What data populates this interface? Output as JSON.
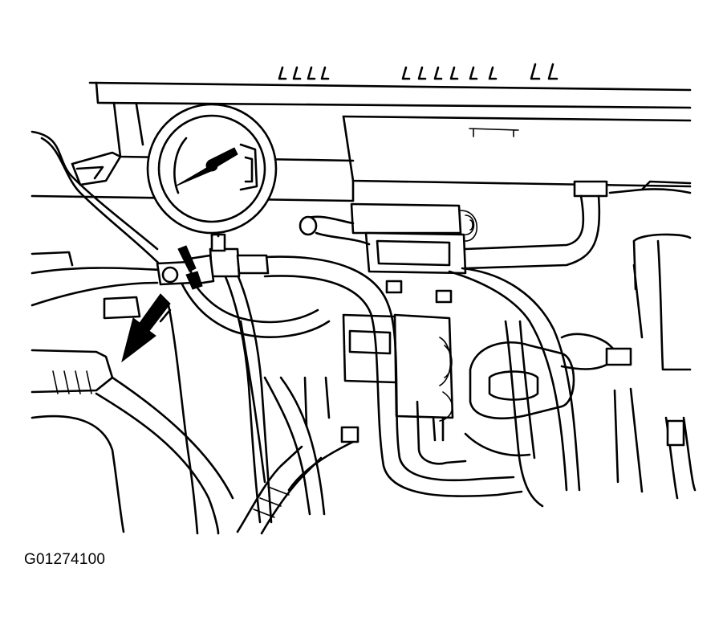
{
  "figure": {
    "caption": "G01274100",
    "colors": {
      "line": "#000000",
      "background": "#ffffff"
    },
    "parts": [
      "fuel-pressure-gauge",
      "gauge-needle",
      "gauge-hose",
      "tee-fitting",
      "test-port-valve",
      "pointer-arrow",
      "fuel-hose",
      "electrical-connector",
      "intake-plenum",
      "fuel-rail"
    ]
  }
}
